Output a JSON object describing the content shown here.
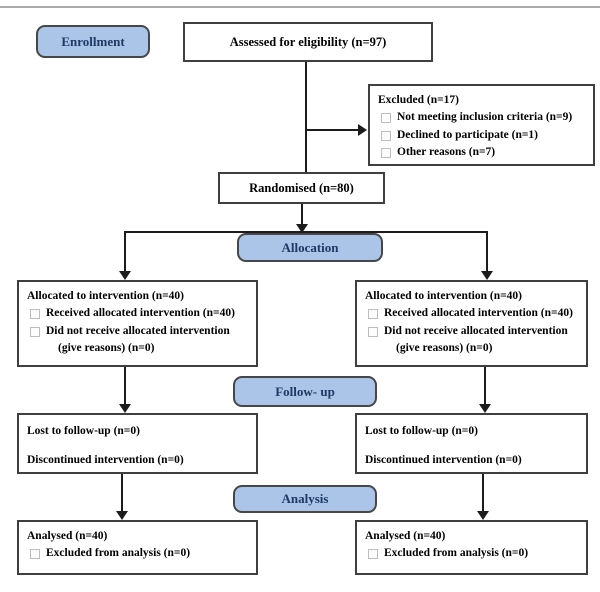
{
  "stages": {
    "enrollment": "Enrollment",
    "allocation": "Allocation",
    "followup": "Follow- up",
    "analysis": "Analysis"
  },
  "boxes": {
    "assessed": {
      "text": "Assessed for eligibility (n=97)"
    },
    "excluded": {
      "title": "Excluded (n=17)",
      "items": [
        "Not meeting inclusion criteria (n=9)",
        "Declined to participate (n=1)",
        "Other reasons (n=7)"
      ]
    },
    "randomised": {
      "text": "Randomised (n=80)"
    },
    "allocation_left": {
      "title": "Allocated to intervention (n=40)",
      "item1": "Received allocated intervention (n=40)",
      "item2_line1": "Did not receive allocated intervention",
      "item2_line2": "(give reasons) (n=0)"
    },
    "allocation_right": {
      "title": "Allocated to intervention (n=40)",
      "item1": "Received allocated intervention (n=40)",
      "item2_line1": "Did not receive allocated intervention",
      "item2_line2": "(give reasons) (n=0)"
    },
    "followup_left": {
      "line1": "Lost to follow-up (n=0)",
      "line2": "Discontinued intervention (n=0)"
    },
    "followup_right": {
      "line1": "Lost to follow-up (n=0)",
      "line2": "Discontinued intervention (n=0)"
    },
    "analysis_left": {
      "title": "Analysed (n=40)",
      "item1": "Excluded from analysis (n=0)"
    },
    "analysis_right": {
      "title": "Analysed (n=40)",
      "item1": "Excluded from analysis (n=0)"
    }
  },
  "colors": {
    "stage_fill": "#aac5e8",
    "stage_text": "#1f3864",
    "box_border": "#3f3f3f",
    "connector": "#1c1c1c"
  }
}
